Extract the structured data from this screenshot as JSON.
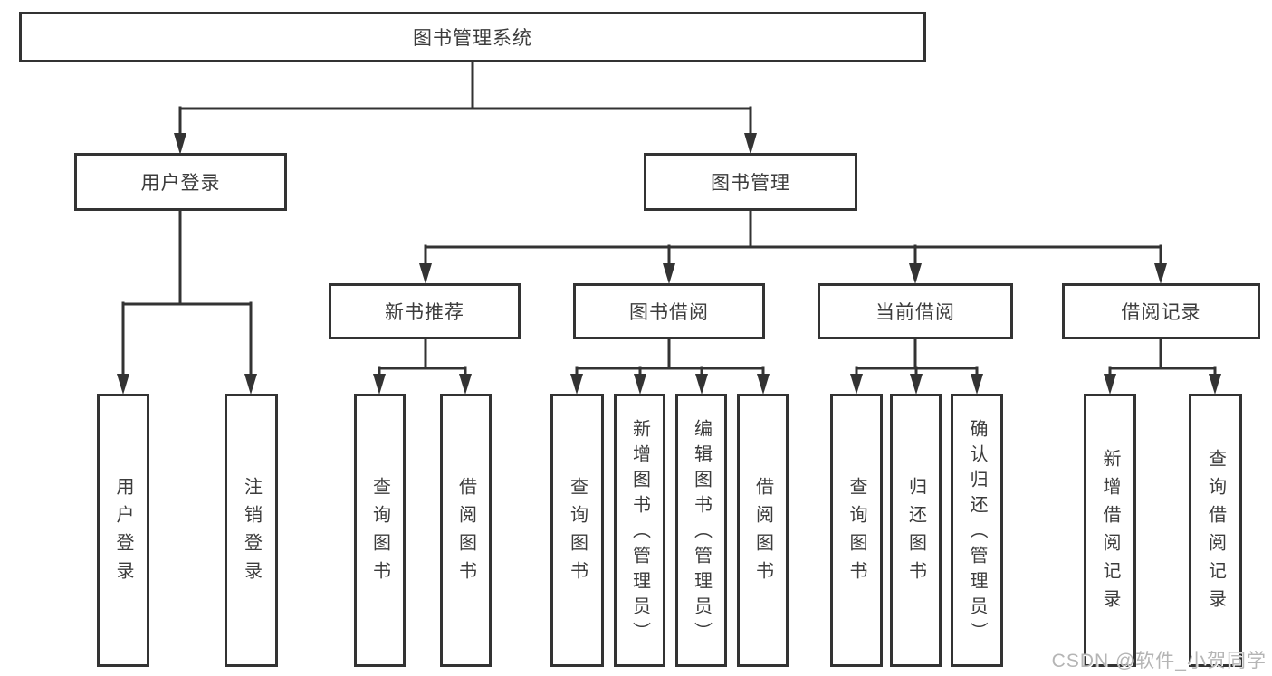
{
  "tree": {
    "root": {
      "label": "图书管理系统"
    },
    "branches": [
      {
        "label": "用户登录",
        "children": [
          {
            "label": "用户登录"
          },
          {
            "label": "注销登录"
          }
        ]
      },
      {
        "label": "图书管理",
        "children": [
          {
            "label": "新书推荐",
            "children": [
              {
                "label": "查询图书"
              },
              {
                "label": "借阅图书"
              }
            ]
          },
          {
            "label": "图书借阅",
            "children": [
              {
                "label": "查询图书"
              },
              {
                "label": "新增图书（管理员）"
              },
              {
                "label": "编辑图书（管理员）"
              },
              {
                "label": "借阅图书"
              }
            ]
          },
          {
            "label": "当前借阅",
            "children": [
              {
                "label": "查询图书"
              },
              {
                "label": "归还图书"
              },
              {
                "label": "确认归还（管理员）"
              }
            ]
          },
          {
            "label": "借阅记录",
            "children": [
              {
                "label": "新增借阅记录"
              },
              {
                "label": "查询借阅记录"
              }
            ]
          }
        ]
      }
    ]
  },
  "watermark": "CSDN @软件_小贺同学",
  "colors": {
    "line": "#333333",
    "text": "#3c3c3c",
    "background": "#ffffff",
    "watermark": "#b5b5b5"
  }
}
